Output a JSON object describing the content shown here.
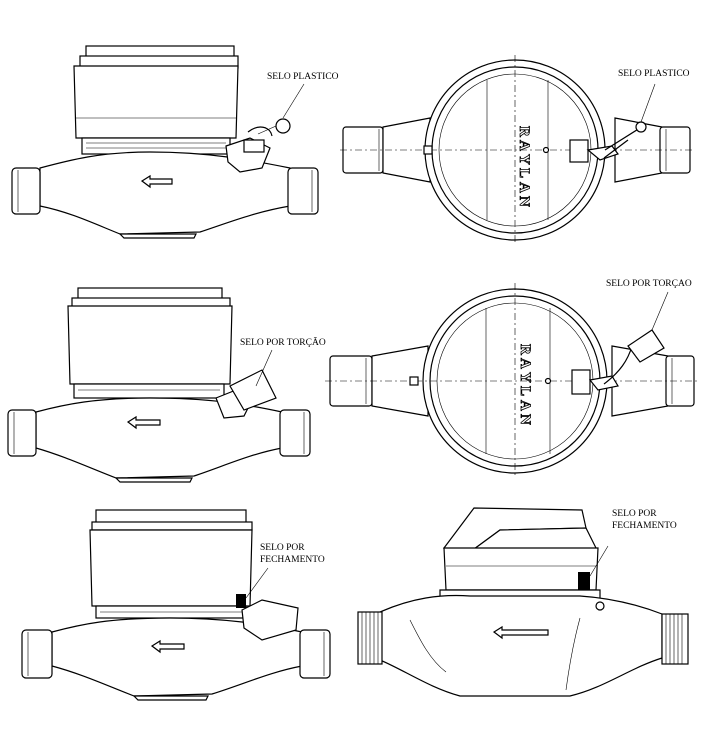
{
  "labels": {
    "a": "SELO PLASTICO",
    "b": "SELO PLASTICO",
    "c": "SELO POR TORÇAO",
    "d": "SELO POR TORÇÃO",
    "e1": "SELO POR",
    "e2": "FECHAMENTO",
    "f1": "SELO POR",
    "f2": "FECHAMENTO"
  },
  "brand": {
    "letters1": [
      "R",
      "A",
      "Y",
      "L",
      "A",
      "N"
    ],
    "letters2": [
      "R",
      "A",
      "Y",
      "L",
      "A",
      "N"
    ]
  }
}
